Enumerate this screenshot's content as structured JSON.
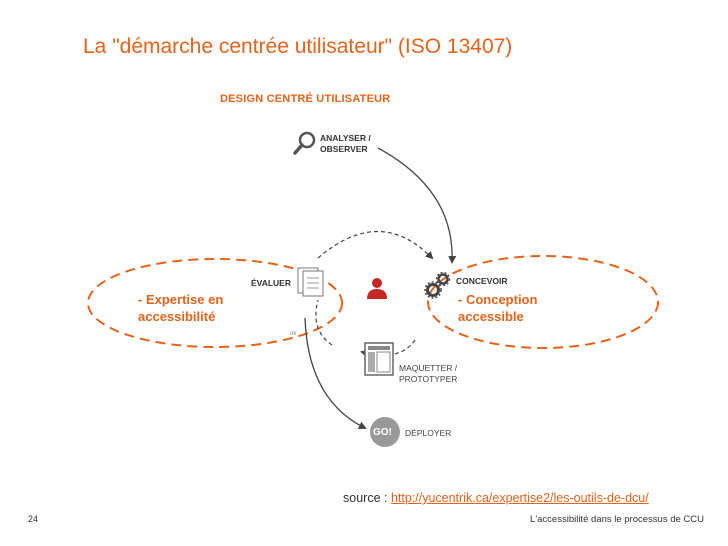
{
  "slide": {
    "title": "La \"démarche centrée utilisateur\" (ISO 13407)",
    "page_number": "24",
    "footer": "L'accessibilité dans le processus de CCU"
  },
  "diagram": {
    "header": "DESIGN CENTRÉ UTILISATEUR",
    "steps": {
      "analyser": "ANALYSER /\nOBSERVER",
      "concevoir": "CONCEVOIR",
      "maquetter": "MAQUETTER /\nPROTOTYPER",
      "deployer": "DÉPLOYER",
      "evaluer": "ÉVALUER"
    },
    "go_label": "GO!",
    "ok_label": "ok",
    "notes": {
      "left": "- Expertise en\naccessibilité",
      "right": "- Conception\naccessible"
    }
  },
  "source": {
    "prefix": "source : ",
    "url": "http://yucentrik.ca/expertise2/les-outils-de-dcu/"
  },
  "colors": {
    "accent": "#e8631a",
    "icon": "#555555",
    "user_icon": "#c62828",
    "dashed_circle": "#444444"
  }
}
